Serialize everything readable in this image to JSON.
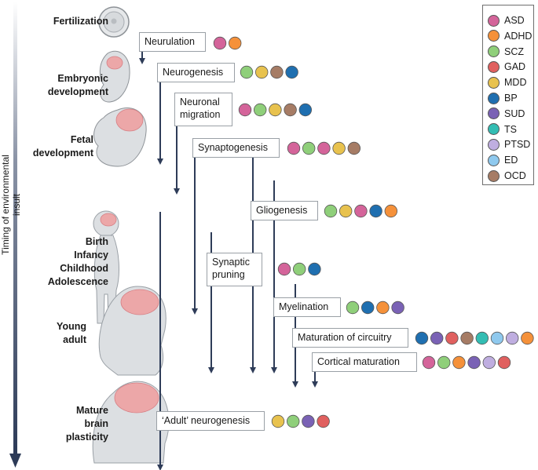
{
  "axis_label": "Timing of environmental insult",
  "stages": [
    {
      "label": "Fertilization"
    },
    {
      "label": "Embryonic\ndevelopment"
    },
    {
      "label": "Fetal\ndevelopment"
    },
    {
      "label": "Birth\nInfancy\nChildhood\nAdolescence"
    },
    {
      "label": "Young\nadult"
    },
    {
      "label": "Mature\nbrain\nplasticity"
    }
  ],
  "disorders": {
    "ASD": {
      "color": "#d4649a"
    },
    "ADHD": {
      "color": "#f5913a"
    },
    "SCZ": {
      "color": "#8fcf7a"
    },
    "GAD": {
      "color": "#e0605f"
    },
    "MDD": {
      "color": "#e8c24e"
    },
    "BP": {
      "color": "#1f6fb0"
    },
    "SUD": {
      "color": "#7a62b5"
    },
    "TS": {
      "color": "#33bdb3"
    },
    "PTSD": {
      "color": "#bfaee0"
    },
    "ED": {
      "color": "#8fc9ee"
    },
    "OCD": {
      "color": "#a67c65"
    }
  },
  "legend_order": [
    "ASD",
    "ADHD",
    "SCZ",
    "GAD",
    "MDD",
    "BP",
    "SUD",
    "TS",
    "PTSD",
    "ED",
    "OCD"
  ],
  "processes": [
    {
      "label": "Neurulation",
      "disorders": [
        "ASD",
        "ADHD"
      ]
    },
    {
      "label": "Neurogenesis",
      "disorders": [
        "SCZ",
        "MDD",
        "OCD",
        "BP"
      ]
    },
    {
      "label": "Neuronal migration",
      "disorders": [
        "ASD",
        "SCZ",
        "MDD",
        "OCD",
        "BP"
      ]
    },
    {
      "label": "Synaptogenesis",
      "disorders": [
        "ASD",
        "SCZ",
        "ASD",
        "MDD",
        "OCD"
      ]
    },
    {
      "label": "Gliogenesis",
      "disorders": [
        "SCZ",
        "MDD",
        "ASD",
        "BP",
        "ADHD"
      ]
    },
    {
      "label": "Synaptic pruning",
      "disorders": [
        "ASD",
        "SCZ",
        "BP"
      ]
    },
    {
      "label": "Myelination",
      "disorders": [
        "SCZ",
        "BP",
        "ADHD",
        "SUD"
      ]
    },
    {
      "label": "Maturation of circuitry",
      "disorders": [
        "BP",
        "SUD",
        "GAD",
        "OCD",
        "TS",
        "ED",
        "PTSD",
        "ADHD"
      ]
    },
    {
      "label": "Cortical maturation",
      "disorders": [
        "ASD",
        "SCZ",
        "ADHD",
        "SUD",
        "PTSD",
        "GAD"
      ]
    },
    {
      "label": "‘Adult’ neurogenesis",
      "disorders": [
        "MDD",
        "SCZ",
        "SUD",
        "GAD"
      ]
    }
  ]
}
